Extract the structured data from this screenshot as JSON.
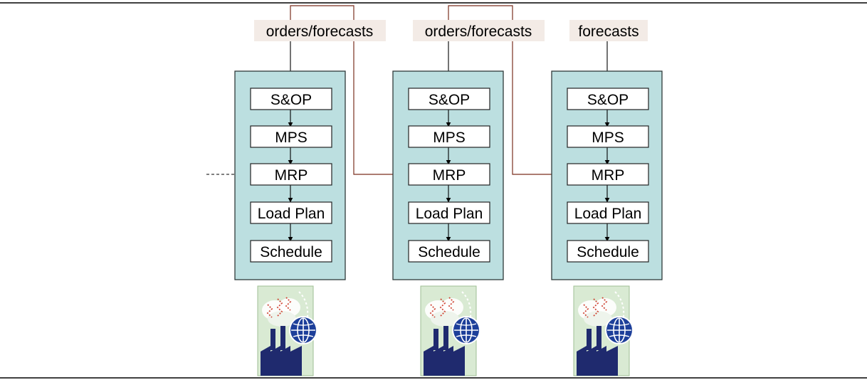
{
  "inputs": [
    "orders/forecasts",
    "orders/forecasts",
    "forecasts"
  ],
  "steps": [
    "S&OP",
    "MPS",
    "MRP",
    "Load Plan",
    "Schedule"
  ],
  "icon": "factory-globe-icon",
  "colors": {
    "panel": "#bcdfe0",
    "link_line": "#7a2f1f",
    "icon_background": "#d9ead3",
    "factory": "#1f2a6e",
    "globe": "#1d3f9a"
  }
}
